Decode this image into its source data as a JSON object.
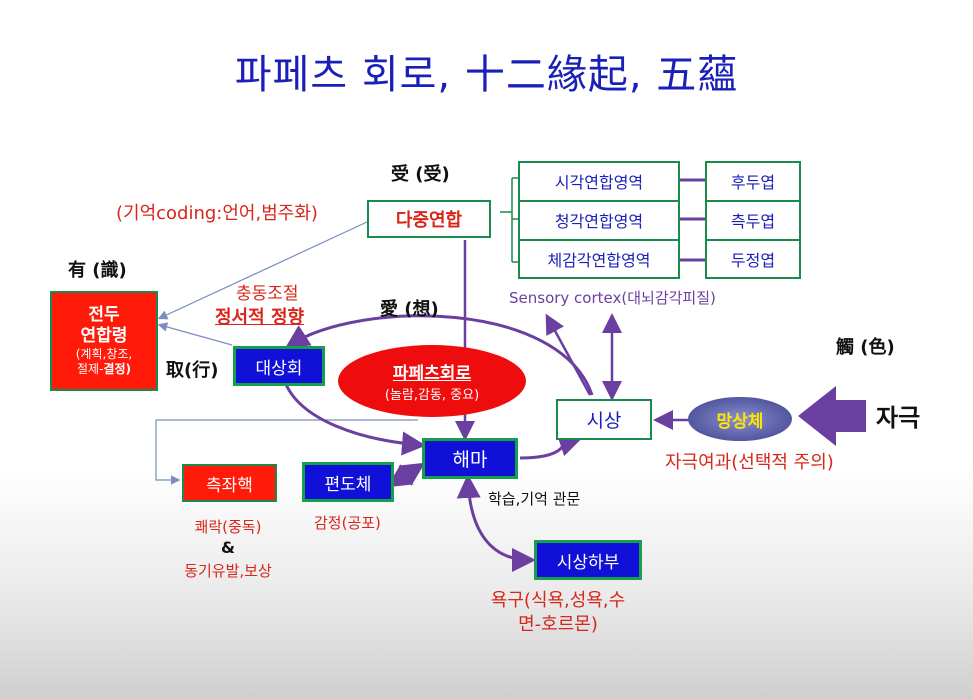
{
  "title": "파페츠 회로, 十二緣起, 五蘊",
  "labels": {
    "receive": "受 (受)",
    "existence": "有 (識)",
    "love": "愛 (想)",
    "grasp": "取(行)",
    "contact": "觸 (色)"
  },
  "memory_note": "(기억coding:언어,범주화)",
  "nodes": {
    "multimodal": "다중연합",
    "prefrontal_line1": "전두",
    "prefrontal_line2": "연합령",
    "prefrontal_sub1": "(계획,창조,",
    "prefrontal_sub2_a": "절제-",
    "prefrontal_sub2_b": "결정)",
    "cingulate": "대상회",
    "papez_title": "파페츠회로",
    "papez_sub": "(놀람,감동, 중요)",
    "hippocampus": "해마",
    "thalamus": "시상",
    "reticular": "망상체",
    "septal": "측좌핵",
    "amygdala": "편도체",
    "hypothalamus": "시상하부"
  },
  "cortex_table": [
    {
      "area": "시각연합영역",
      "lobe": "후두엽"
    },
    {
      "area": "청각연합영역",
      "lobe": "측두엽"
    },
    {
      "area": "체감각연합영역",
      "lobe": "두정엽"
    }
  ],
  "sensory_cortex": "Sensory  cortex(대뇌감각피질)",
  "impulse": {
    "top": "충동조절",
    "bottom": "정서적 정향"
  },
  "stimulus": "자극",
  "stimulus_filter": "자극여과(선택적 주의)",
  "learning": "학습,기억 관문",
  "septal_note": {
    "line1": "쾌락(중독)",
    "amp": "&",
    "line2": "동기유발,보상"
  },
  "amygdala_note": "감정(공포)",
  "hypo_note": {
    "line1": "욕구(식욕,성욕,수",
    "line2": "면-호르몬)"
  },
  "colors": {
    "title": "#1a1fb8",
    "red": "#d8261a",
    "purple": "#6b3fa0",
    "blue_box": "#1010d8",
    "green_border": "#1c8a4a"
  }
}
